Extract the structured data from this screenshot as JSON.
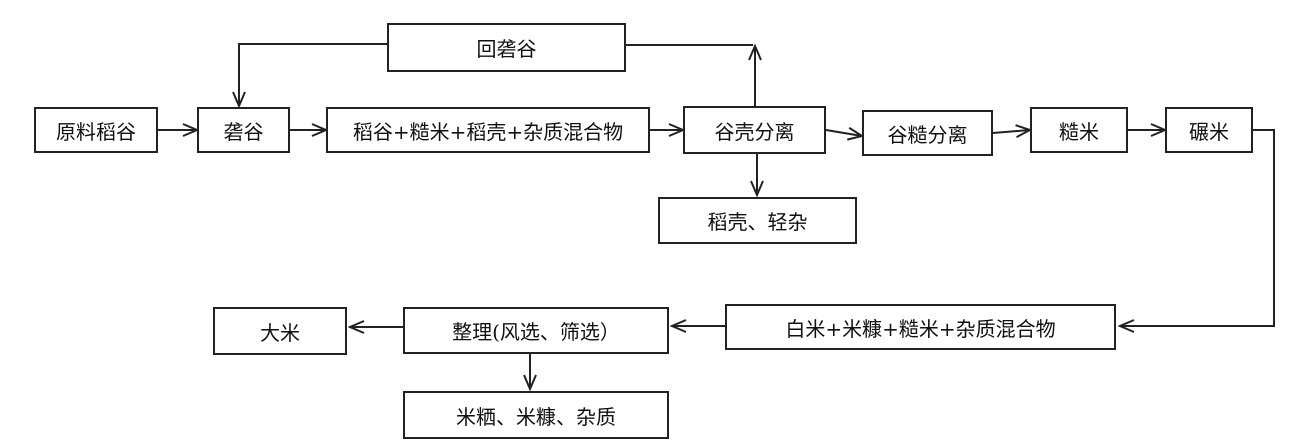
{
  "diagram": {
    "nodes": {
      "raw_paddy": "原料稻谷",
      "huller": "砻谷",
      "return_huller": "回砻谷",
      "paddy_mixture": "稻谷+糙米+稻壳+杂质混合物",
      "husk_separation": "谷壳分离",
      "husk_light_impurities": "稻壳、轻杂",
      "paddy_brown_separation": "谷糙分离",
      "brown_rice": "糙米",
      "milling": "碾米",
      "white_rice_mixture": "白米+米糠+糙米+杂质混合物",
      "finishing": "整理(风选、筛选）",
      "rice": "大米",
      "byproducts": "米粞、米糠、杂质"
    },
    "edges": [
      [
        "raw_paddy",
        "huller"
      ],
      [
        "huller",
        "paddy_mixture"
      ],
      [
        "paddy_mixture",
        "husk_separation"
      ],
      [
        "husk_separation",
        "return_huller"
      ],
      [
        "return_huller",
        "huller"
      ],
      [
        "husk_separation",
        "husk_light_impurities"
      ],
      [
        "husk_separation",
        "paddy_brown_separation"
      ],
      [
        "paddy_brown_separation",
        "brown_rice"
      ],
      [
        "brown_rice",
        "milling"
      ],
      [
        "milling",
        "white_rice_mixture"
      ],
      [
        "white_rice_mixture",
        "finishing"
      ],
      [
        "finishing",
        "rice"
      ],
      [
        "finishing",
        "byproducts"
      ]
    ]
  }
}
